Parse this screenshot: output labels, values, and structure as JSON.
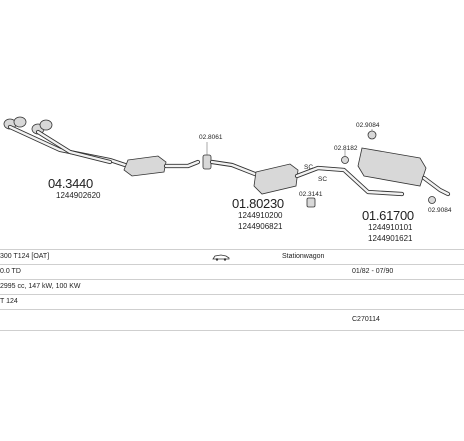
{
  "diagram": {
    "parts": [
      {
        "number": "04.3440",
        "oe": "1244902620"
      },
      {
        "number": "02.8061"
      },
      {
        "number": "01.80230",
        "oe": [
          "1244910200",
          "1244906821"
        ]
      },
      {
        "number": "02.8182"
      },
      {
        "number": "02.3141"
      },
      {
        "number": "02.9084"
      },
      {
        "number": "01.61700",
        "oe": [
          "1244910101",
          "1244901621"
        ]
      },
      {
        "number": "02.9084"
      }
    ],
    "marks": [
      "SC",
      "SC"
    ],
    "icons": [
      "clamp-icon",
      "hanger-icon"
    ]
  },
  "info": {
    "model": "300 T124 [OAT]",
    "body": "Stationwagon",
    "engine": "0.0 TD",
    "years": "01/82 - 07/90",
    "specs": "2995 cc, 147 kW, 100 KW",
    "chassis": "T 124",
    "code": "C270114"
  },
  "colors": {
    "line": "#333333",
    "part_fill": "#d8d8d8",
    "grid": "#cfcfcf"
  }
}
